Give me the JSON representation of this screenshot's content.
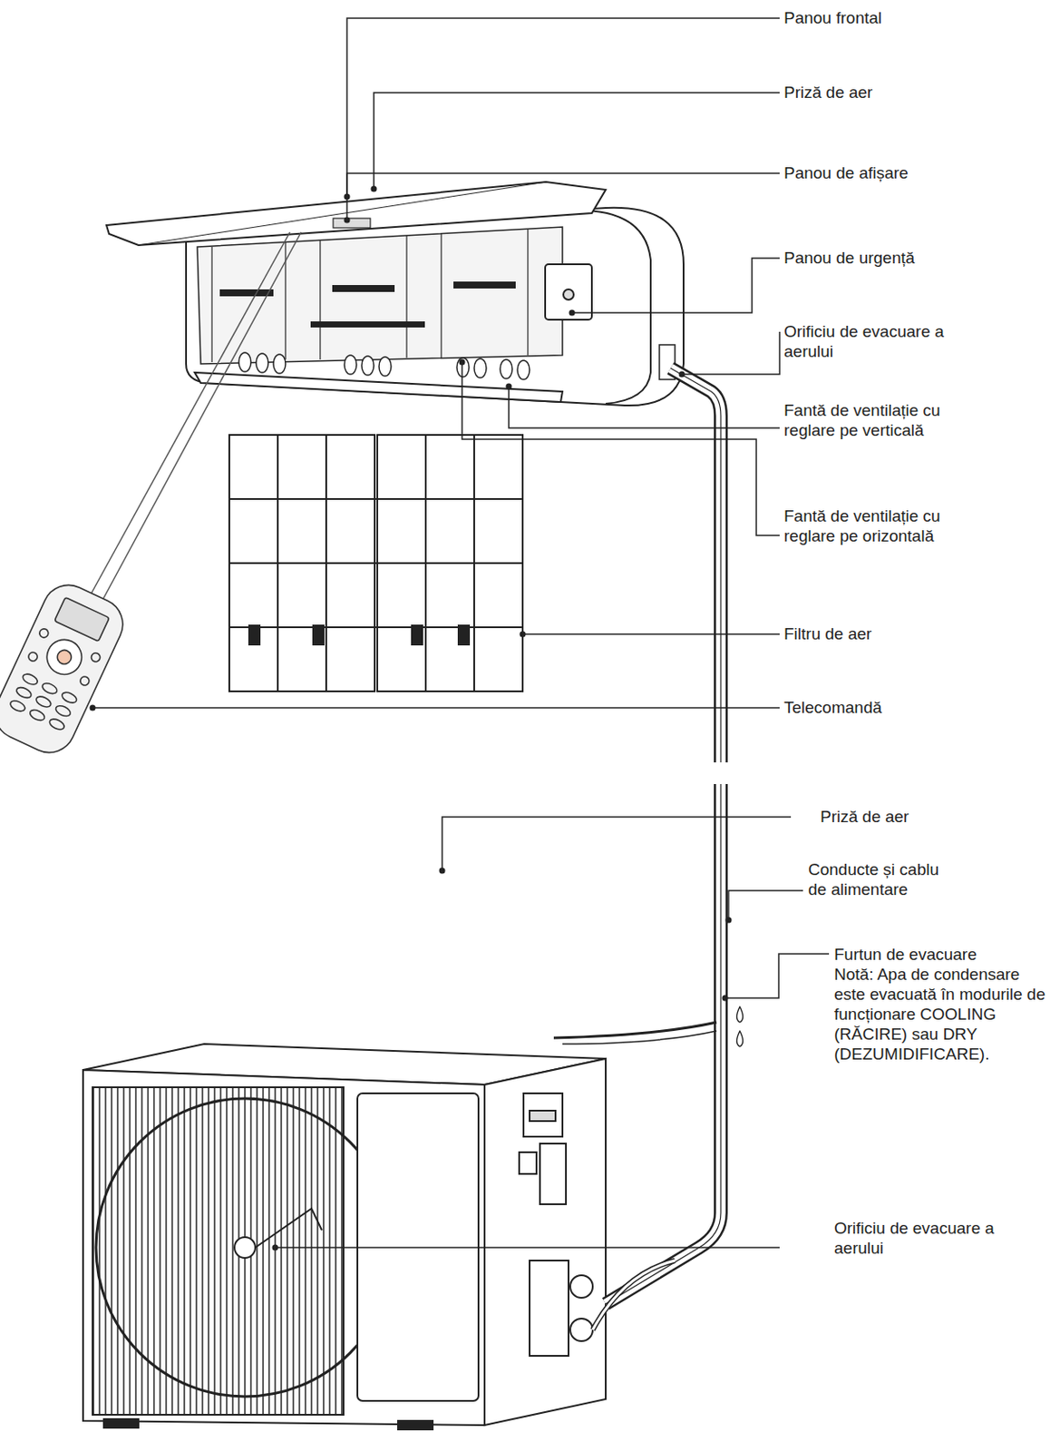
{
  "diagram": {
    "labels": [
      "Panou frontal",
      "Priză de aer",
      "Panou de afișare",
      "Panou de urgență",
      "Orificiu de evacuare a aerului",
      "Fantă de ventilație cu reglare pe verticală",
      "Fantă de ventilație cu reglare pe orizontală",
      "Filtru de aer",
      "Telecomandă",
      "Priză de aer",
      "Conducte și cablu de alimentare",
      "Furtun de evacuare",
      "Notă: Apa de condensare este evacuată în modurile de funcționare COOLING (RĂCIRE) sau DRY (DEZUMIDIFICARE).",
      "Orificiu de evacuare a aerului"
    ]
  }
}
